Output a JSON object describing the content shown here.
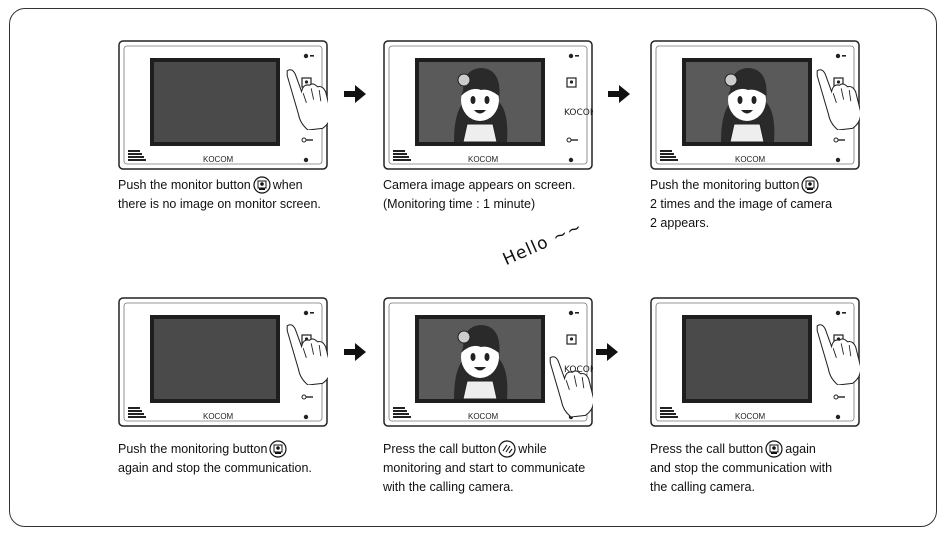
{
  "brand": "KOCOM",
  "hello_text": "Hello ~~",
  "steps": [
    {
      "line1_pre": "Push the monitor button",
      "line1_post": "when",
      "line2": "there is no image on monitor screen.",
      "line3": ""
    },
    {
      "line1_pre": "Camera image appears on screen.",
      "line1_post": "",
      "line2": "(Monitoring time : 1 minute)",
      "line3": ""
    },
    {
      "line1_pre": "Push the monitoring button",
      "line1_post": "",
      "line2": "2 times and the image of camera",
      "line3": "2 appears."
    },
    {
      "line1_pre": "Push the monitoring button",
      "line1_post": "",
      "line2": "again and stop the communication.",
      "line3": ""
    },
    {
      "line1_pre": "Press the call button",
      "line1_post": "while",
      "line2": "monitoring and start to communicate",
      "line3": "with the calling camera."
    },
    {
      "line1_pre": "Press the call button",
      "line1_post": "again",
      "line2": "and stop the communication with",
      "line3": "the calling camera."
    }
  ]
}
